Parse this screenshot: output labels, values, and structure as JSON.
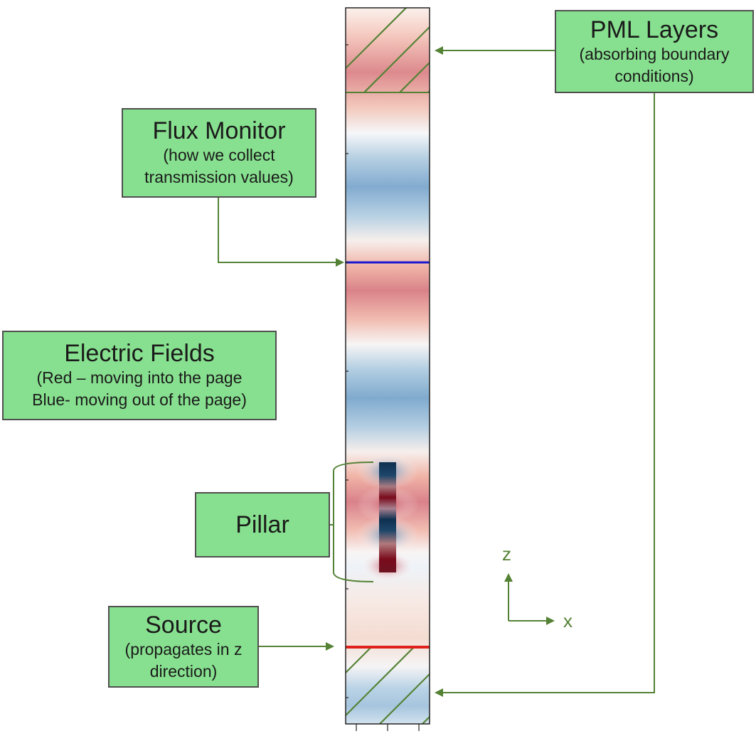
{
  "labels": {
    "pml": {
      "title": "PML Layers",
      "lines": [
        "(absorbing boundary",
        "conditions)"
      ]
    },
    "flux": {
      "title": "Flux Monitor",
      "lines": [
        "(how we collect",
        "transmission values)"
      ]
    },
    "efields": {
      "title": "Electric Fields",
      "lines": [
        "(Red – moving into the page",
        "Blue- moving out of the page)"
      ]
    },
    "pillar": {
      "title": "Pillar"
    },
    "source": {
      "title": "Source",
      "lines": [
        "(propagates in z",
        "direction)"
      ]
    }
  },
  "axes": {
    "z": "z",
    "x": "x"
  },
  "colors": {
    "box_fill": "#87e08f",
    "box_border": "#4f4f4f",
    "arrow": "#548235",
    "hatch": "#548235",
    "field_red": "#d6676e",
    "field_blue": "#6fa3cc",
    "pillar_dark_red": "#7a0b1c",
    "pillar_dark_blue": "#0e3050",
    "monitor_line": "#1818cc",
    "source_line": "#e0201a"
  }
}
